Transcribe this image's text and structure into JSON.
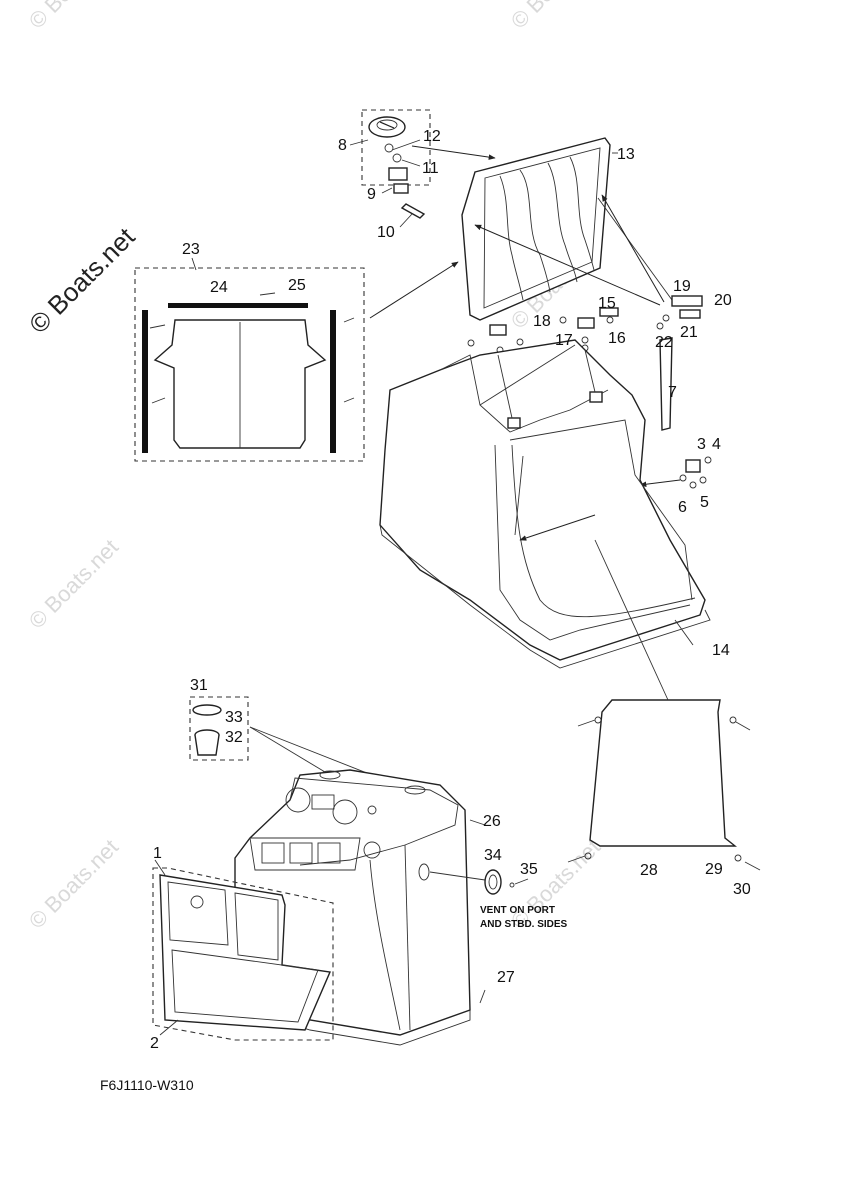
{
  "watermark": "© Boats.net",
  "drawing_code": "F6J1110-W310",
  "note_lines": [
    "VENT ON PORT",
    "AND STBD. SIDES"
  ],
  "callouts": {
    "c1": "1",
    "c2": "2",
    "c3": "3",
    "c4": "4",
    "c5": "5",
    "c6": "6",
    "c7": "7",
    "c8": "8",
    "c9": "9",
    "c10": "10",
    "c11": "11",
    "c12": "12",
    "c13": "13",
    "c14": "14",
    "c15": "15",
    "c16": "16",
    "c17": "17",
    "c18": "18",
    "c19": "19",
    "c20": "20",
    "c21": "21",
    "c22": "22",
    "c23": "23",
    "c24": "24",
    "c25": "25",
    "c26": "26",
    "c27": "27",
    "c28": "28",
    "c29": "29",
    "c30": "30",
    "c31": "31",
    "c32": "32",
    "c33": "33",
    "c34": "34",
    "c35": "35"
  }
}
